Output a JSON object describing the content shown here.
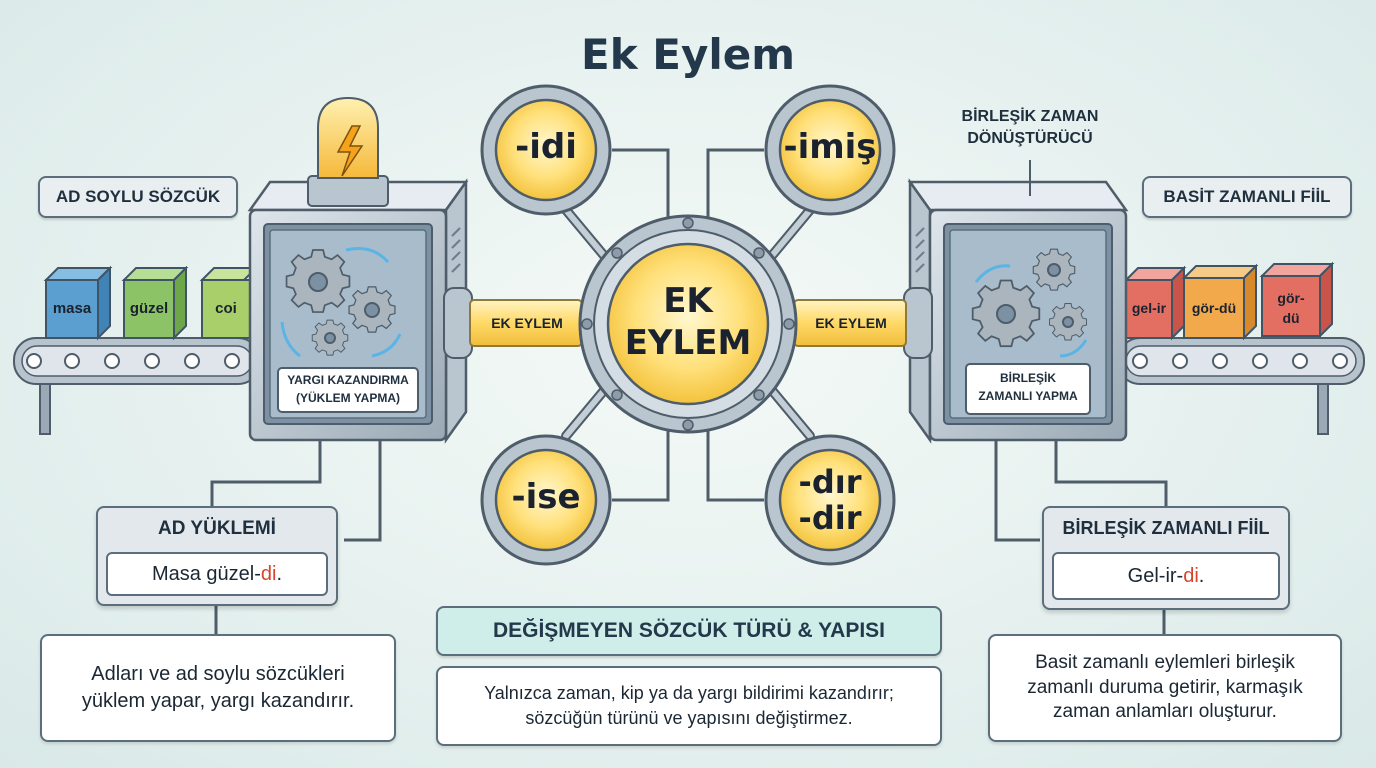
{
  "title": "Ek Eylem",
  "center": {
    "line1": "EK",
    "line2": "EYLEM"
  },
  "suffixes": {
    "top_left": "-idi",
    "top_right": "-imiş",
    "bottom_left": "-ise",
    "bottom_right_1": "-dır",
    "bottom_right_2": "-dir"
  },
  "pipe_labels": {
    "left": "EK EYLEM",
    "right": "EK EYLEM"
  },
  "left": {
    "tag": "AD SOYLU SÖZCÜK",
    "boxes": [
      "masa",
      "güzel",
      "coi"
    ],
    "machine_line1": "YARGI KAZANDIRMA",
    "machine_line2": "(YÜKLEM YAPMA)",
    "panel_title": "AD YÜKLEMİ",
    "example_base": "Masa güzel-",
    "example_suffix": "di",
    "example_end": ".",
    "desc_line1": "Adları ve ad soylu sözcükleri",
    "desc_line2": "yüklem yapar, yargı kazandırır."
  },
  "right": {
    "header_line1": "BİRLEŞİK ZAMAN",
    "header_line2": "DÖNÜŞTÜRÜCÜ",
    "tag": "BASİT ZAMANLI FİİL",
    "boxes": [
      "gel-ir",
      "gör-dü",
      "gör-",
      "dü"
    ],
    "machine_line1": "BİRLEŞİK",
    "machine_line2": "ZAMANLI YAPMA",
    "panel_title": "BİRLEŞİK ZAMANLI FİİL",
    "example_base": "Gel-ir-",
    "example_suffix": "di",
    "example_end": ".",
    "desc_line1": "Basit zamanlı eylemleri birleşik",
    "desc_line2": "zamanlı duruma getirir, karmaşık",
    "desc_line3": "zaman anlamları oluşturur."
  },
  "bottom": {
    "banner": "DEĞİŞMEYEN SÖZCÜK TÜRÜ & YAPISI",
    "desc_line1": "Yalnızca zaman, kip ya da yargı bildirimi kazandırır;",
    "desc_line2": "sözcüğün türünü ve yapısını değiştirmez."
  },
  "colors": {
    "blue_box": "#5b9fd0",
    "green_box": "#8cc366",
    "lime_box": "#a8cf6a",
    "red_box": "#e36f63",
    "orange_box": "#f2a94b",
    "glow": "#ffd866",
    "accent_red": "#d9432b",
    "banner_bg": "#cfeeea"
  },
  "icons": [
    "lightning-bulb-icon",
    "gear-icon",
    "refresh-arrow-icon"
  ]
}
